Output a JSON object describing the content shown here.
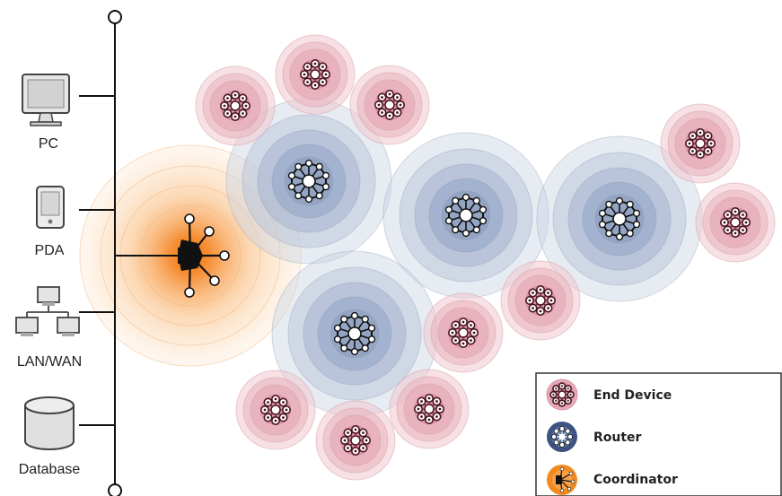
{
  "devices": [
    {
      "id": "pc",
      "label": "PC",
      "icon": "monitor-icon"
    },
    {
      "id": "pda",
      "label": "PDA",
      "icon": "pda-icon"
    },
    {
      "id": "lan",
      "label": "LAN/WAN",
      "icon": "network-icon"
    },
    {
      "id": "db",
      "label": "Database",
      "icon": "database-icon"
    }
  ],
  "legend": {
    "end_device": "End Device",
    "router": "Router",
    "coordinator": "Coordinator"
  },
  "colors": {
    "end_device": "#c0405a",
    "end_device_halo": "#e8a8b4",
    "router": "#2e3f66",
    "router_halo": "#9fb0cc",
    "coordinator": "#f08a1e",
    "coordinator_halo": "#fbd2a8",
    "line": "#111111"
  }
}
